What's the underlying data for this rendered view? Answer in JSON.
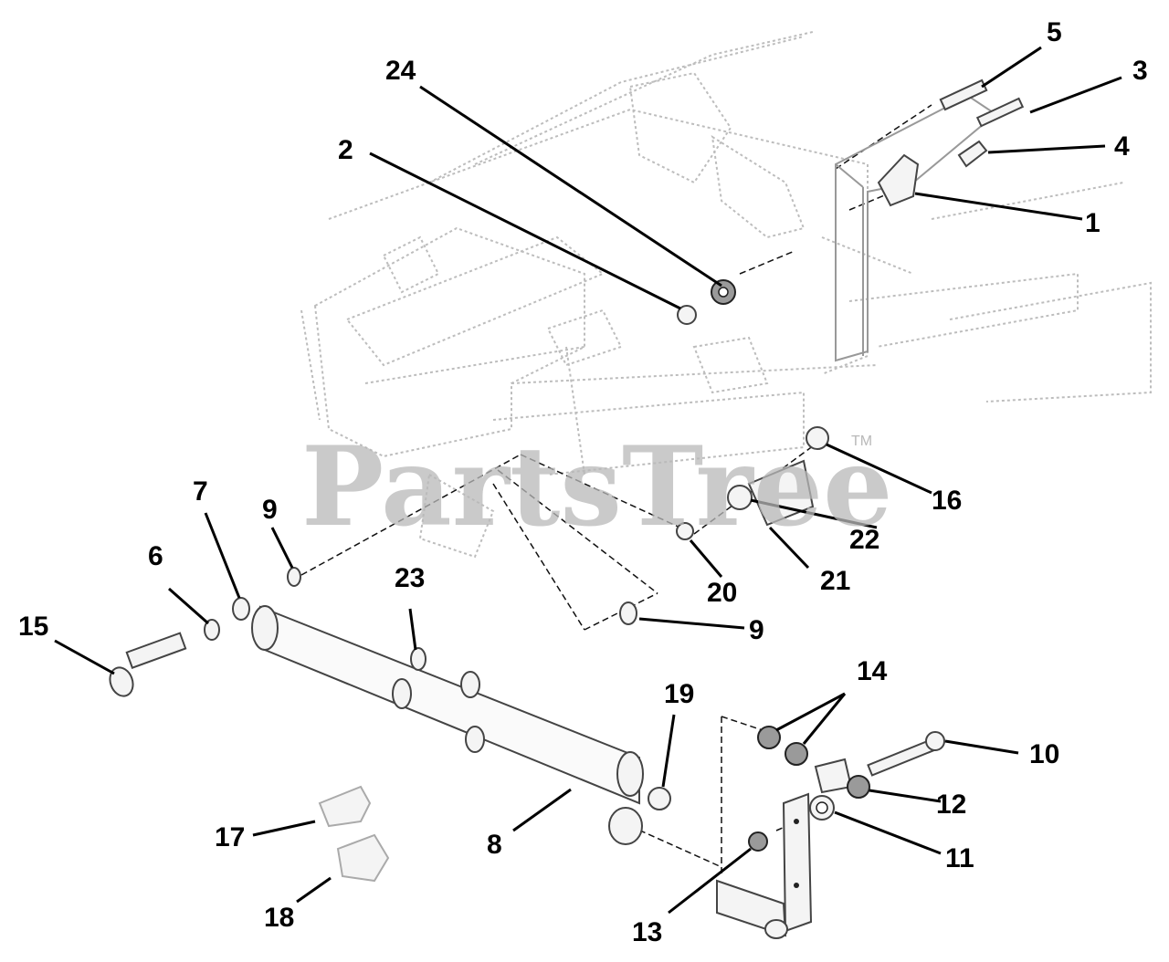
{
  "watermark": {
    "brand": "PartsTree",
    "trademark": "TM"
  },
  "callouts": [
    {
      "label": "1",
      "icon": "part-1-pivot-bracket-icon"
    },
    {
      "label": "2",
      "icon": "part-2-nut-icon"
    },
    {
      "label": "3",
      "icon": "part-3-bolt-icon"
    },
    {
      "label": "4",
      "icon": "part-4-clip-icon"
    },
    {
      "label": "5",
      "icon": "part-5-bolt-icon"
    },
    {
      "label": "6",
      "icon": "part-6-washer-icon"
    },
    {
      "label": "7",
      "icon": "part-7-bushing-icon"
    },
    {
      "label": "8",
      "icon": "part-8-shaft-icon"
    },
    {
      "label": "9",
      "icon": "part-9-bushing-icon"
    },
    {
      "label": "9",
      "icon": "part-9-bushing-icon"
    },
    {
      "label": "10",
      "icon": "part-10-bolt-icon"
    },
    {
      "label": "11",
      "icon": "part-11-washer-icon"
    },
    {
      "label": "12",
      "icon": "part-12-spacer-icon"
    },
    {
      "label": "13",
      "icon": "part-13-nut-icon"
    },
    {
      "label": "14",
      "icon": "part-14-nut-icon"
    },
    {
      "label": "15",
      "icon": "part-15-bolt-icon"
    },
    {
      "label": "16",
      "icon": "part-16-washer-icon"
    },
    {
      "label": "17",
      "icon": "part-17-clip-icon"
    },
    {
      "label": "18",
      "icon": "part-18-clip-icon"
    },
    {
      "label": "19",
      "icon": "part-19-washer-icon"
    },
    {
      "label": "20",
      "icon": "part-20-washer-icon"
    },
    {
      "label": "21",
      "icon": "part-21-link-icon"
    },
    {
      "label": "22",
      "icon": "part-22-bushing-icon"
    },
    {
      "label": "23",
      "icon": "part-23-fitting-icon"
    },
    {
      "label": "24",
      "icon": "part-24-washer-icon"
    }
  ]
}
